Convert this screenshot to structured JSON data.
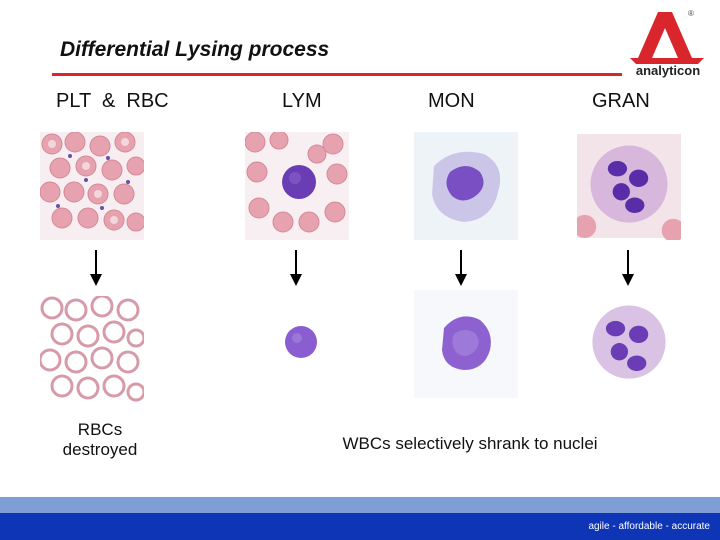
{
  "header": {
    "title": "Differential Lysing process",
    "logo_text": "analyticon",
    "logo_mark": "®"
  },
  "columns": [
    {
      "label": "PLT  &  RBC"
    },
    {
      "label": "LYM"
    },
    {
      "label": "MON"
    },
    {
      "label": "GRAN"
    }
  ],
  "captions": {
    "rbc": "RBCs destroyed",
    "wbc": "WBCs selectively shrank to nuclei"
  },
  "footer": {
    "tagline": "agile - affordable - accurate"
  },
  "colors": {
    "accent_red": "#d9262c",
    "band_light": "#7f9ed6",
    "band_dark": "#0d35b5",
    "nucleus": "#6a3db5",
    "rbc": "#e7a2b0"
  }
}
